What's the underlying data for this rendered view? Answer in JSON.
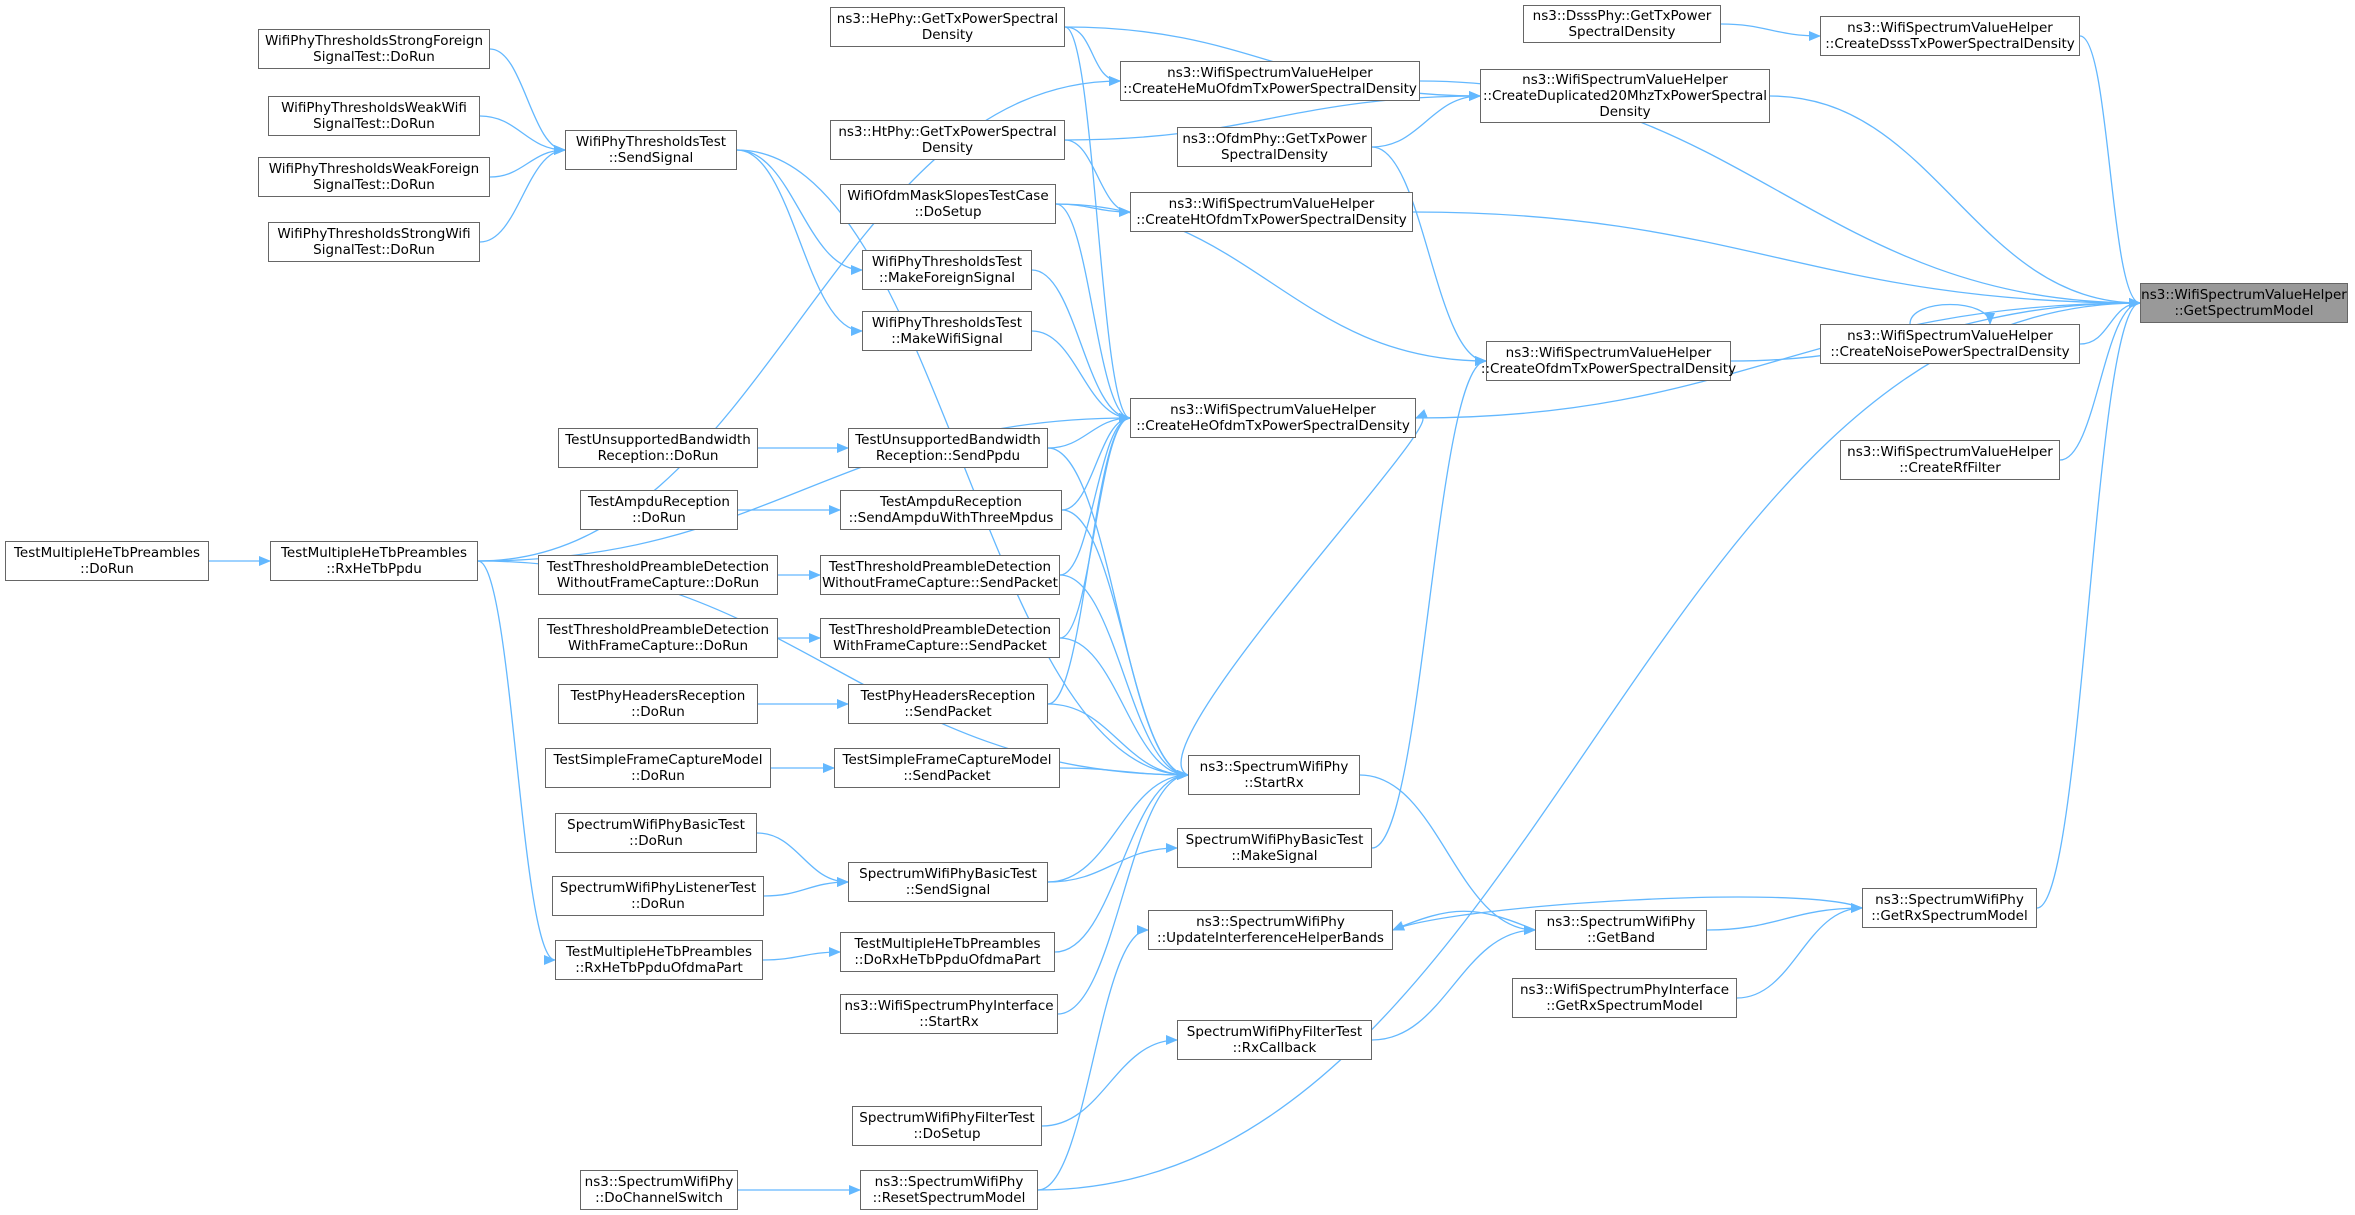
{
  "colors": {
    "edge": "#63b8ff",
    "border": "#666666",
    "focus_fill": "#999999"
  },
  "nodes": [
    {
      "id": "getspectrummodel",
      "lines": [
        "ns3::WifiSpectrumValueHelper",
        "::GetSpectrumModel"
      ],
      "focus": true
    },
    {
      "id": "hephy-gettx",
      "lines": [
        "ns3::HePhy::GetTxPowerSpectral",
        "Density"
      ]
    },
    {
      "id": "dsssphy-gettx",
      "lines": [
        "ns3::DsssPhy::GetTxPower",
        "SpectralDensity"
      ]
    },
    {
      "id": "createdssstx",
      "lines": [
        "ns3::WifiSpectrumValueHelper",
        "::CreateDsssTxPowerSpectralDensity"
      ]
    },
    {
      "id": "createhemuofdm",
      "lines": [
        "ns3::WifiSpectrumValueHelper",
        "::CreateHeMuOfdmTxPowerSpectralDensity"
      ]
    },
    {
      "id": "createduplicated",
      "lines": [
        "ns3::WifiSpectrumValueHelper",
        "::CreateDuplicated20MhzTxPowerSpectral",
        "Density"
      ]
    },
    {
      "id": "strongforeign",
      "lines": [
        "WifiPhyThresholdsStrongForeign",
        "SignalTest::DoRun"
      ]
    },
    {
      "id": "weakwifi",
      "lines": [
        "WifiPhyThresholdsWeakWifi",
        "SignalTest::DoRun"
      ]
    },
    {
      "id": "weakforeign",
      "lines": [
        "WifiPhyThresholdsWeakForeign",
        "SignalTest::DoRun"
      ]
    },
    {
      "id": "strongwifi",
      "lines": [
        "WifiPhyThresholdsStrongWifi",
        "SignalTest::DoRun"
      ]
    },
    {
      "id": "sendsignal",
      "lines": [
        "WifiPhyThresholdsTest",
        "::SendSignal"
      ]
    },
    {
      "id": "htphy-gettx",
      "lines": [
        "ns3::HtPhy::GetTxPowerSpectral",
        "Density"
      ]
    },
    {
      "id": "ofdmphy-gettx",
      "lines": [
        "ns3::OfdmPhy::GetTxPower",
        "SpectralDensity"
      ]
    },
    {
      "id": "maskslopes",
      "lines": [
        "WifiOfdmMaskSlopesTestCase",
        "::DoSetup"
      ]
    },
    {
      "id": "createhtofdm",
      "lines": [
        "ns3::WifiSpectrumValueHelper",
        "::CreateHtOfdmTxPowerSpectralDensity"
      ]
    },
    {
      "id": "makeforeign",
      "lines": [
        "WifiPhyThresholdsTest",
        "::MakeForeignSignal"
      ]
    },
    {
      "id": "makewifi",
      "lines": [
        "WifiPhyThresholdsTest",
        "::MakeWifiSignal"
      ]
    },
    {
      "id": "createnoise",
      "lines": [
        "ns3::WifiSpectrumValueHelper",
        "::CreateNoisePowerSpectralDensity"
      ]
    },
    {
      "id": "createofdm",
      "lines": [
        "ns3::WifiSpectrumValueHelper",
        "::CreateOfdmTxPowerSpectralDensity"
      ]
    },
    {
      "id": "createheofdm",
      "lines": [
        "ns3::WifiSpectrumValueHelper",
        "::CreateHeOfdmTxPowerSpectralDensity"
      ]
    },
    {
      "id": "createrf",
      "lines": [
        "ns3::WifiSpectrumValueHelper",
        "::CreateRfFilter"
      ]
    },
    {
      "id": "unsupported-dorun",
      "lines": [
        "TestUnsupportedBandwidth",
        "Reception::DoRun"
      ]
    },
    {
      "id": "unsupported-send",
      "lines": [
        "TestUnsupportedBandwidth",
        "Reception::SendPpdu"
      ]
    },
    {
      "id": "ampdu-dorun",
      "lines": [
        "TestAmpduReception",
        "::DoRun"
      ]
    },
    {
      "id": "ampdu-send",
      "lines": [
        "TestAmpduReception",
        "::SendAmpduWithThreeMpdus"
      ]
    },
    {
      "id": "multi-dorun",
      "lines": [
        "TestMultipleHeTbPreambles",
        "::DoRun"
      ]
    },
    {
      "id": "multi-rxhetb",
      "lines": [
        "TestMultipleHeTbPreambles",
        "::RxHeTbPpdu"
      ]
    },
    {
      "id": "wofc-dorun",
      "lines": [
        "TestThresholdPreambleDetection",
        "WithoutFrameCapture::DoRun"
      ]
    },
    {
      "id": "wofc-send",
      "lines": [
        "TestThresholdPreambleDetection",
        "WithoutFrameCapture::SendPacket"
      ]
    },
    {
      "id": "wfc-dorun",
      "lines": [
        "TestThresholdPreambleDetection",
        "WithFrameCapture::DoRun"
      ]
    },
    {
      "id": "wfc-send",
      "lines": [
        "TestThresholdPreambleDetection",
        "WithFrameCapture::SendPacket"
      ]
    },
    {
      "id": "headers-dorun",
      "lines": [
        "TestPhyHeadersReception",
        "::DoRun"
      ]
    },
    {
      "id": "headers-send",
      "lines": [
        "TestPhyHeadersReception",
        "::SendPacket"
      ]
    },
    {
      "id": "simplefc-dorun",
      "lines": [
        "TestSimpleFrameCaptureModel",
        "::DoRun"
      ]
    },
    {
      "id": "simplefc-send",
      "lines": [
        "TestSimpleFrameCaptureModel",
        "::SendPacket"
      ]
    },
    {
      "id": "startrx",
      "lines": [
        "ns3::SpectrumWifiPhy",
        "::StartRx"
      ]
    },
    {
      "id": "basictest-dorun",
      "lines": [
        "SpectrumWifiPhyBasicTest",
        "::DoRun"
      ]
    },
    {
      "id": "basictest-makesignal",
      "lines": [
        "SpectrumWifiPhyBasicTest",
        "::MakeSignal"
      ]
    },
    {
      "id": "listener-dorun",
      "lines": [
        "SpectrumWifiPhyListenerTest",
        "::DoRun"
      ]
    },
    {
      "id": "basictest-sendsignal",
      "lines": [
        "SpectrumWifiPhyBasicTest",
        "::SendSignal"
      ]
    },
    {
      "id": "getrxspectrum",
      "lines": [
        "ns3::SpectrumWifiPhy",
        "::GetRxSpectrumModel"
      ]
    },
    {
      "id": "updateinterference",
      "lines": [
        "ns3::SpectrumWifiPhy",
        "::UpdateInterferenceHelperBands"
      ]
    },
    {
      "id": "getband",
      "lines": [
        "ns3::SpectrumWifiPhy",
        "::GetBand"
      ]
    },
    {
      "id": "multi-rxofdma",
      "lines": [
        "TestMultipleHeTbPreambles",
        "::RxHeTbPpduOfdmaPart"
      ]
    },
    {
      "id": "multi-dorxofdma",
      "lines": [
        "TestMultipleHeTbPreambles",
        "::DoRxHeTbPpduOfdmaPart"
      ]
    },
    {
      "id": "iface-getrx",
      "lines": [
        "ns3::WifiSpectrumPhyInterface",
        "::GetRxSpectrumModel"
      ]
    },
    {
      "id": "iface-startrx",
      "lines": [
        "ns3::WifiSpectrumPhyInterface",
        "::StartRx"
      ]
    },
    {
      "id": "filter-rxcallback",
      "lines": [
        "SpectrumWifiPhyFilterTest",
        "::RxCallback"
      ]
    },
    {
      "id": "filter-dosetup",
      "lines": [
        "SpectrumWifiPhyFilterTest",
        "::DoSetup"
      ]
    },
    {
      "id": "channelswitch",
      "lines": [
        "ns3::SpectrumWifiPhy",
        "::DoChannelSwitch"
      ]
    },
    {
      "id": "resetspectrum",
      "lines": [
        "ns3::SpectrumWifiPhy",
        "::ResetSpectrumModel"
      ]
    }
  ],
  "edges": [
    [
      "hephy-gettx",
      "createhemuofdm"
    ],
    [
      "hephy-gettx",
      "createduplicated"
    ],
    [
      "hephy-gettx",
      "createheofdm"
    ],
    [
      "dsssphy-gettx",
      "createdssstx"
    ],
    [
      "createdssstx",
      "getspectrummodel"
    ],
    [
      "createhemuofdm",
      "getspectrummodel"
    ],
    [
      "createduplicated",
      "getspectrummodel"
    ],
    [
      "createhtofdm",
      "getspectrummodel"
    ],
    [
      "createheofdm",
      "getspectrummodel"
    ],
    [
      "createofdm",
      "getspectrummodel"
    ],
    [
      "createnoise",
      "getspectrummodel"
    ],
    [
      "createnoise",
      "createnoise"
    ],
    [
      "createrf",
      "getspectrummodel"
    ],
    [
      "getrxspectrum",
      "getspectrummodel"
    ],
    [
      "resetspectrum",
      "getspectrummodel"
    ],
    [
      "strongforeign",
      "sendsignal"
    ],
    [
      "weakwifi",
      "sendsignal"
    ],
    [
      "weakforeign",
      "sendsignal"
    ],
    [
      "strongwifi",
      "sendsignal"
    ],
    [
      "sendsignal",
      "makeforeign"
    ],
    [
      "sendsignal",
      "makewifi"
    ],
    [
      "sendsignal",
      "startrx"
    ],
    [
      "htphy-gettx",
      "createhtofdm"
    ],
    [
      "htphy-gettx",
      "createduplicated"
    ],
    [
      "ofdmphy-gettx",
      "createduplicated"
    ],
    [
      "ofdmphy-gettx",
      "createofdm"
    ],
    [
      "maskslopes",
      "createhtofdm"
    ],
    [
      "maskslopes",
      "createofdm"
    ],
    [
      "maskslopes",
      "createheofdm"
    ],
    [
      "makeforeign",
      "createheofdm"
    ],
    [
      "makewifi",
      "createheofdm"
    ],
    [
      "multi-dorun",
      "multi-rxhetb"
    ],
    [
      "multi-rxhetb",
      "createhemuofdm"
    ],
    [
      "multi-rxhetb",
      "createheofdm"
    ],
    [
      "multi-rxhetb",
      "multi-rxofdma"
    ],
    [
      "multi-rxhetb",
      "startrx"
    ],
    [
      "unsupported-dorun",
      "unsupported-send"
    ],
    [
      "unsupported-send",
      "createheofdm"
    ],
    [
      "unsupported-send",
      "startrx"
    ],
    [
      "ampdu-dorun",
      "ampdu-send"
    ],
    [
      "ampdu-send",
      "createheofdm"
    ],
    [
      "ampdu-send",
      "startrx"
    ],
    [
      "wofc-dorun",
      "wofc-send"
    ],
    [
      "wofc-send",
      "createheofdm"
    ],
    [
      "wofc-send",
      "startrx"
    ],
    [
      "wfc-dorun",
      "wfc-send"
    ],
    [
      "wfc-send",
      "createheofdm"
    ],
    [
      "wfc-send",
      "startrx"
    ],
    [
      "headers-dorun",
      "headers-send"
    ],
    [
      "headers-send",
      "createheofdm"
    ],
    [
      "headers-send",
      "startrx"
    ],
    [
      "simplefc-dorun",
      "simplefc-send"
    ],
    [
      "simplefc-send",
      "startrx"
    ],
    [
      "basictest-dorun",
      "basictest-sendsignal"
    ],
    [
      "listener-dorun",
      "basictest-sendsignal"
    ],
    [
      "basictest-sendsignal",
      "basictest-makesignal"
    ],
    [
      "basictest-sendsignal",
      "startrx"
    ],
    [
      "basictest-makesignal",
      "createofdm"
    ],
    [
      "multi-rxofdma",
      "multi-dorxofdma"
    ],
    [
      "multi-dorxofdma",
      "startrx"
    ],
    [
      "iface-startrx",
      "startrx"
    ],
    [
      "startrx",
      "createheofdm"
    ],
    [
      "startrx",
      "getband"
    ],
    [
      "getband",
      "updateinterference"
    ],
    [
      "getband",
      "getrxspectrum"
    ],
    [
      "getrxspectrum",
      "updateinterference"
    ],
    [
      "iface-getrx",
      "getrxspectrum"
    ],
    [
      "filter-rxcallback",
      "getband"
    ],
    [
      "filter-dosetup",
      "filter-rxcallback"
    ],
    [
      "channelswitch",
      "resetspectrum"
    ],
    [
      "resetspectrum",
      "updateinterference"
    ]
  ]
}
